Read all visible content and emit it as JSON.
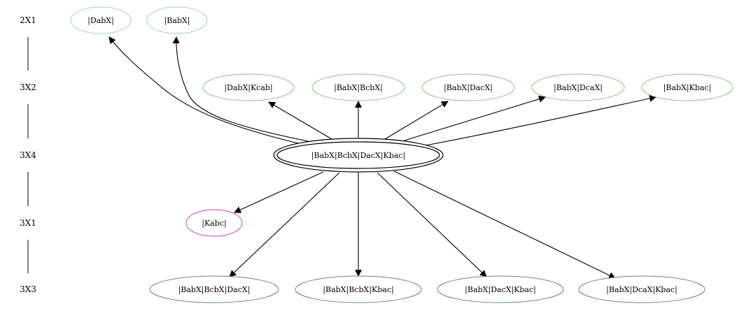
{
  "ranks": [
    "2X1",
    "3X2",
    "3X4",
    "3X1",
    "3X3"
  ],
  "nodes": {
    "n_dabx": {
      "label": "|DabX|",
      "color": "#9fd3cf"
    },
    "n_babx": {
      "label": "|BabX|",
      "color": "#9fd3cf"
    },
    "n_dabx_kcab": {
      "label": "|DabX|Kcab|",
      "color": "#8fbf8f"
    },
    "n_babx_bcbx": {
      "label": "|BabX|BcbX|",
      "color": "#8fbf8f"
    },
    "n_babx_dacx": {
      "label": "|BabX|DacX|",
      "color": "#8fbf8f"
    },
    "n_babx_dcax": {
      "label": "|BabX|DcaX|",
      "color": "#8fbf8f"
    },
    "n_babx_kbac": {
      "label": "|BabX|Kbac|",
      "color": "#8fbf8f"
    },
    "n_center": {
      "label": "|BabX|BcbX|DacX|Kbac|",
      "color": "#000000"
    },
    "n_kabc": {
      "label": "|Kabc|",
      "color": "#d040c8"
    },
    "n_babx_bcbx_dacx": {
      "label": "|BabX|BcbX|DacX|",
      "color": "#6a7f9a"
    },
    "n_babx_bcbx_kbac": {
      "label": "|BabX|BcbX|Kbac|",
      "color": "#6a7f9a"
    },
    "n_babx_dacx_kbac": {
      "label": "|BabX|DacX|Kbac|",
      "color": "#6a7f9a"
    },
    "n_babx_dcax_kbac": {
      "label": "|BabX|DcaX|Kbac|",
      "color": "#6a7f9a"
    }
  }
}
